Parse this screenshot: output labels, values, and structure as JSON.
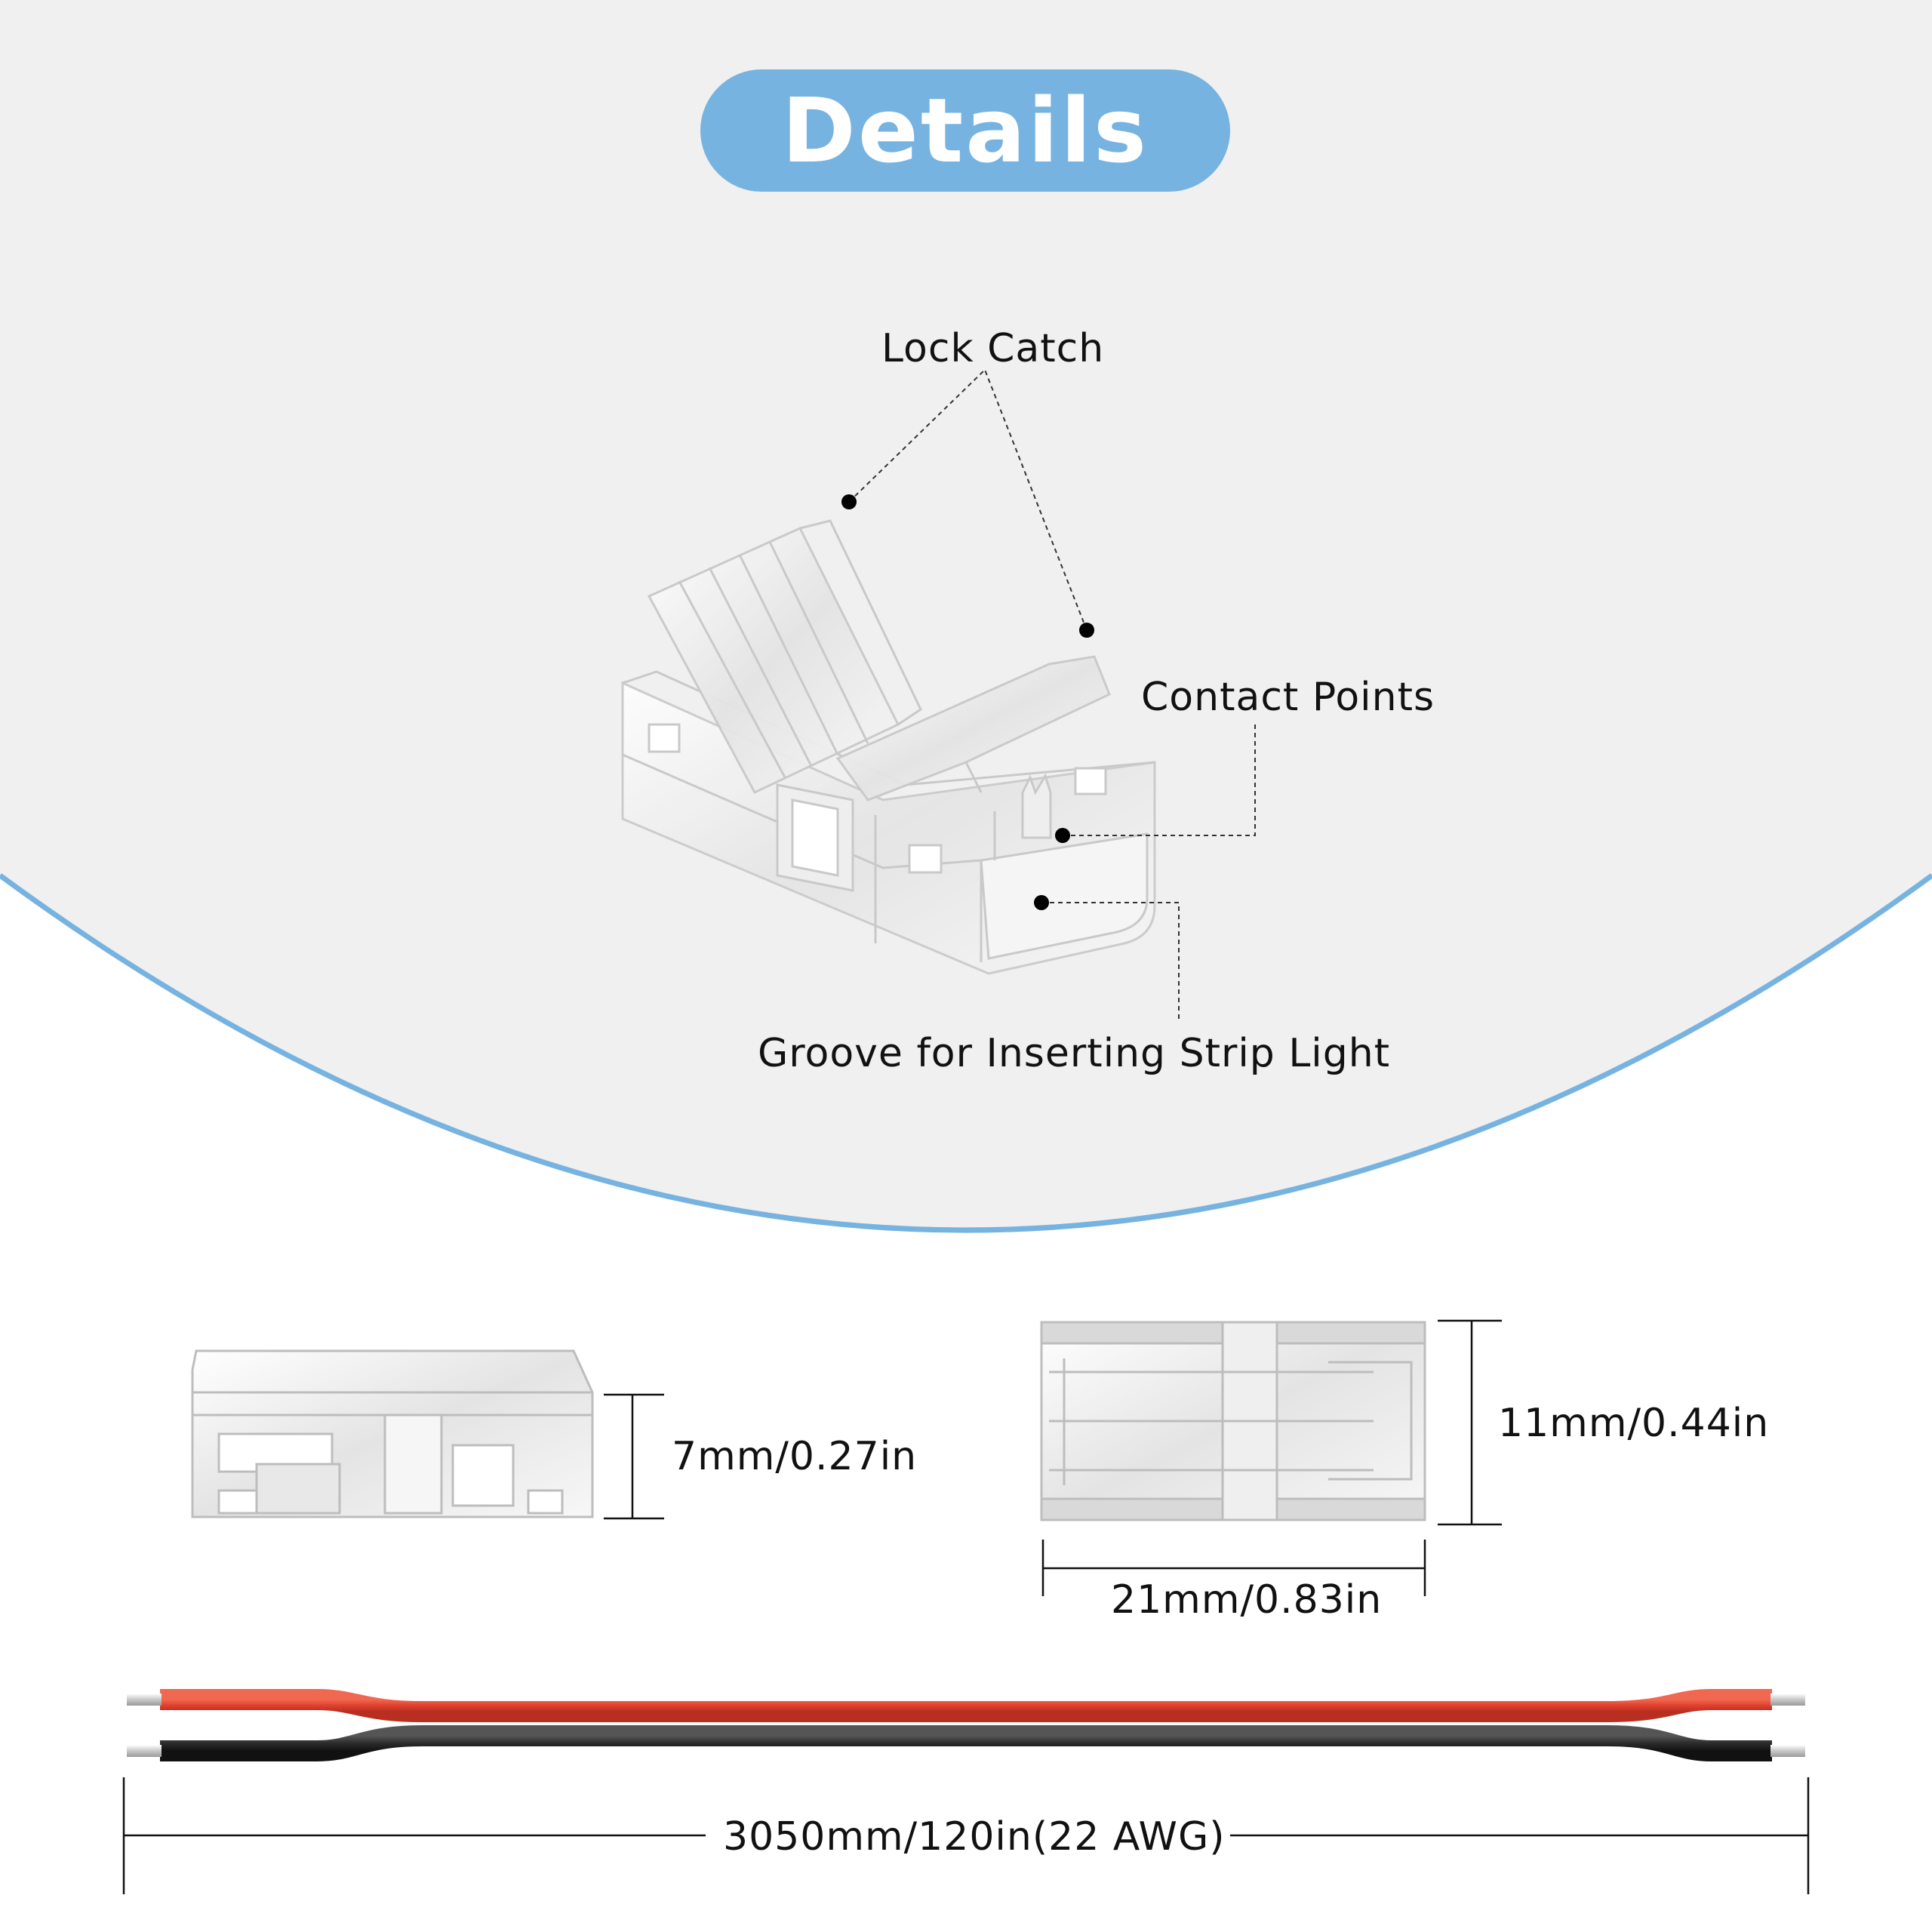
{
  "title": "Details",
  "callouts": {
    "lock_catch": "Lock Catch",
    "contact_points": "Contact Points",
    "groove": "Groove for Inserting Strip Light"
  },
  "dimensions": {
    "height": "7mm/0.27in",
    "width": "11mm/0.44in",
    "length": "21mm/0.83in",
    "wire": "3050mm/120in(22 AWG)"
  },
  "colors": {
    "accent_blue": "#76b3e0",
    "background_gray": "#f0f0f0",
    "wire_red": "#e0402e",
    "wire_black": "#2b2b2b"
  }
}
